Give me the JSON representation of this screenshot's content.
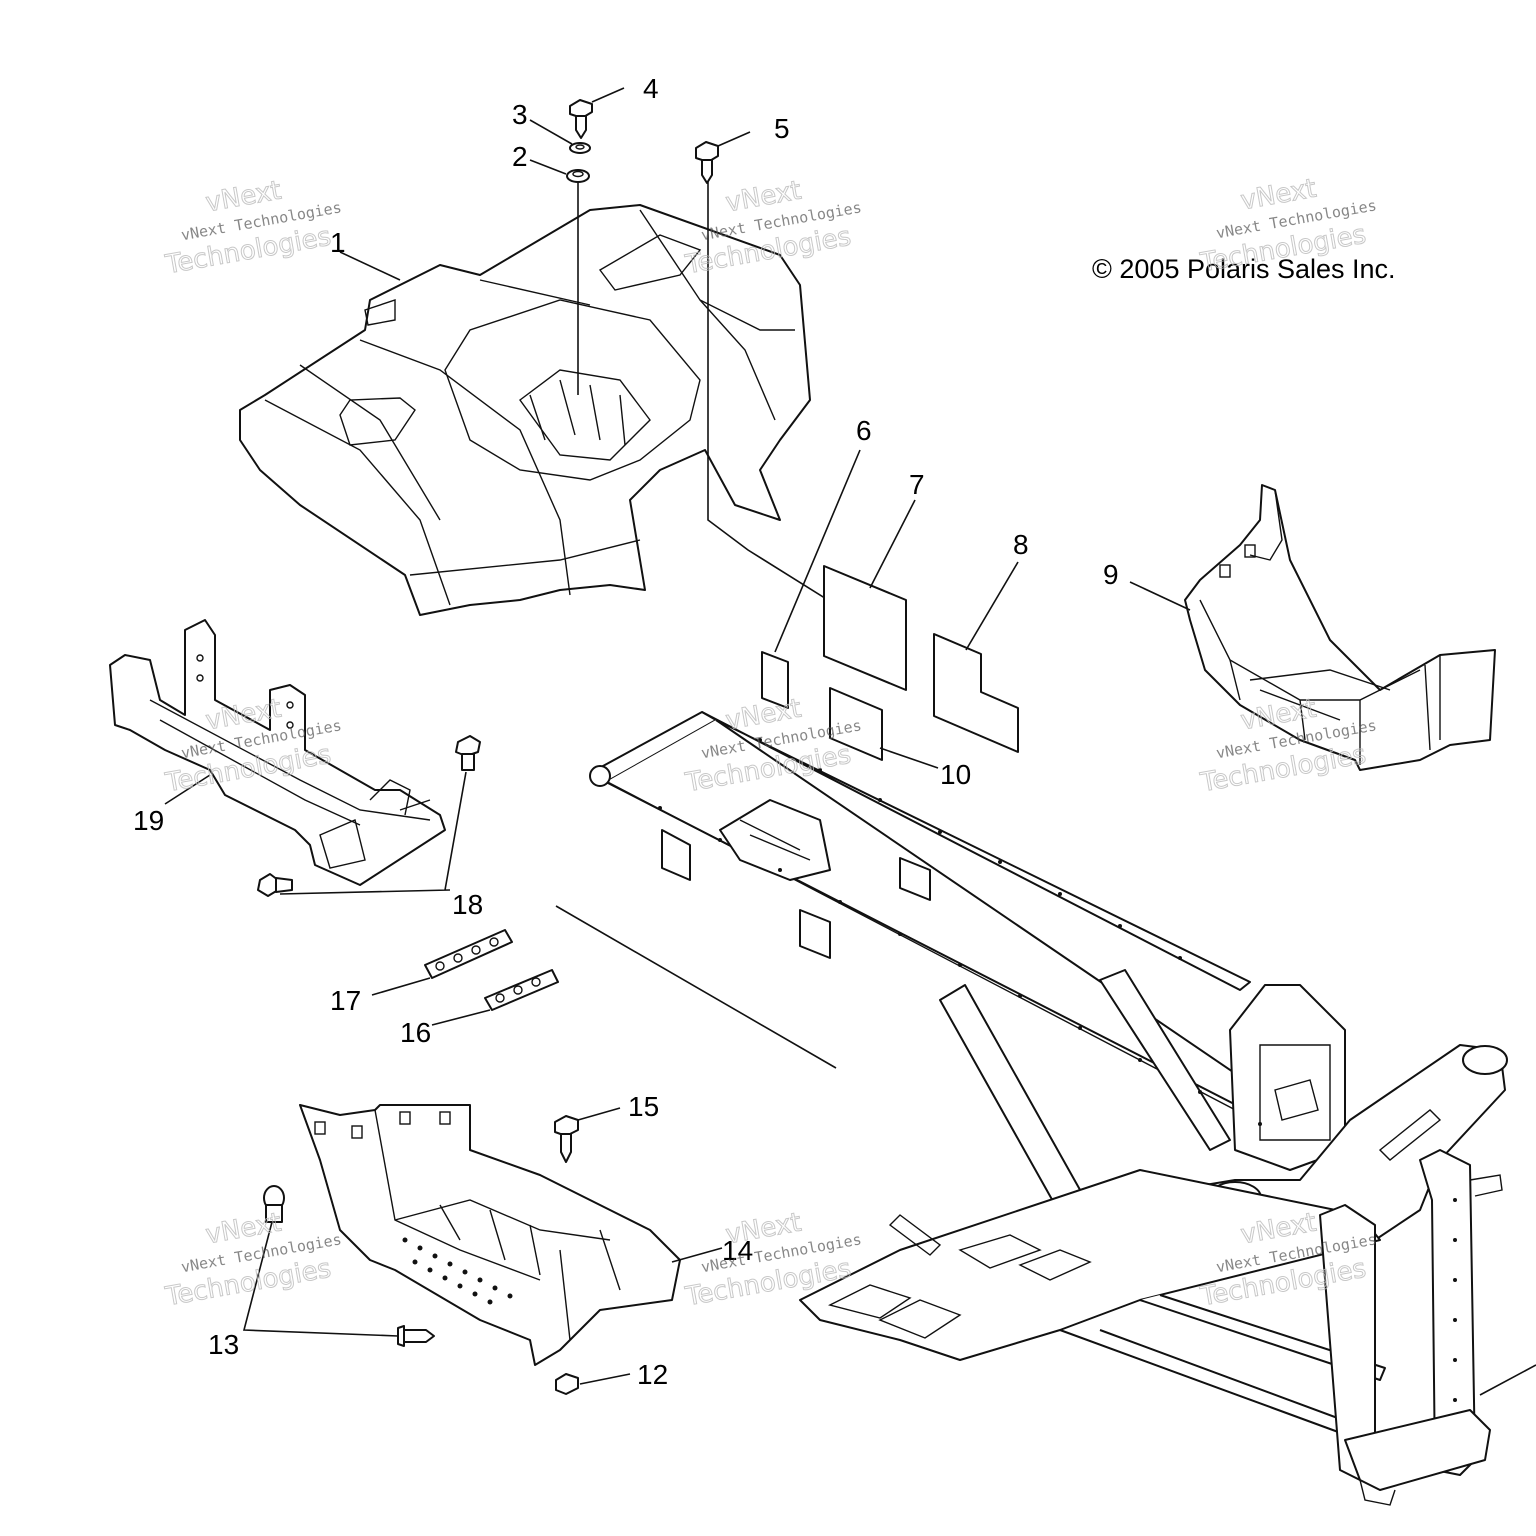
{
  "copyright": "© 2005 Polaris Sales Inc.",
  "watermark": {
    "line1": "vNext",
    "line2": "vNext Technologies",
    "line3": "Technologies"
  },
  "callouts": [
    "1",
    "2",
    "3",
    "4",
    "5",
    "6",
    "7",
    "8",
    "9",
    "10",
    "12",
    "13",
    "14",
    "15",
    "16",
    "17",
    "18",
    "19"
  ],
  "colors": {
    "line": "#111111",
    "background": "#ffffff",
    "watermark": "#bbbbbb"
  }
}
